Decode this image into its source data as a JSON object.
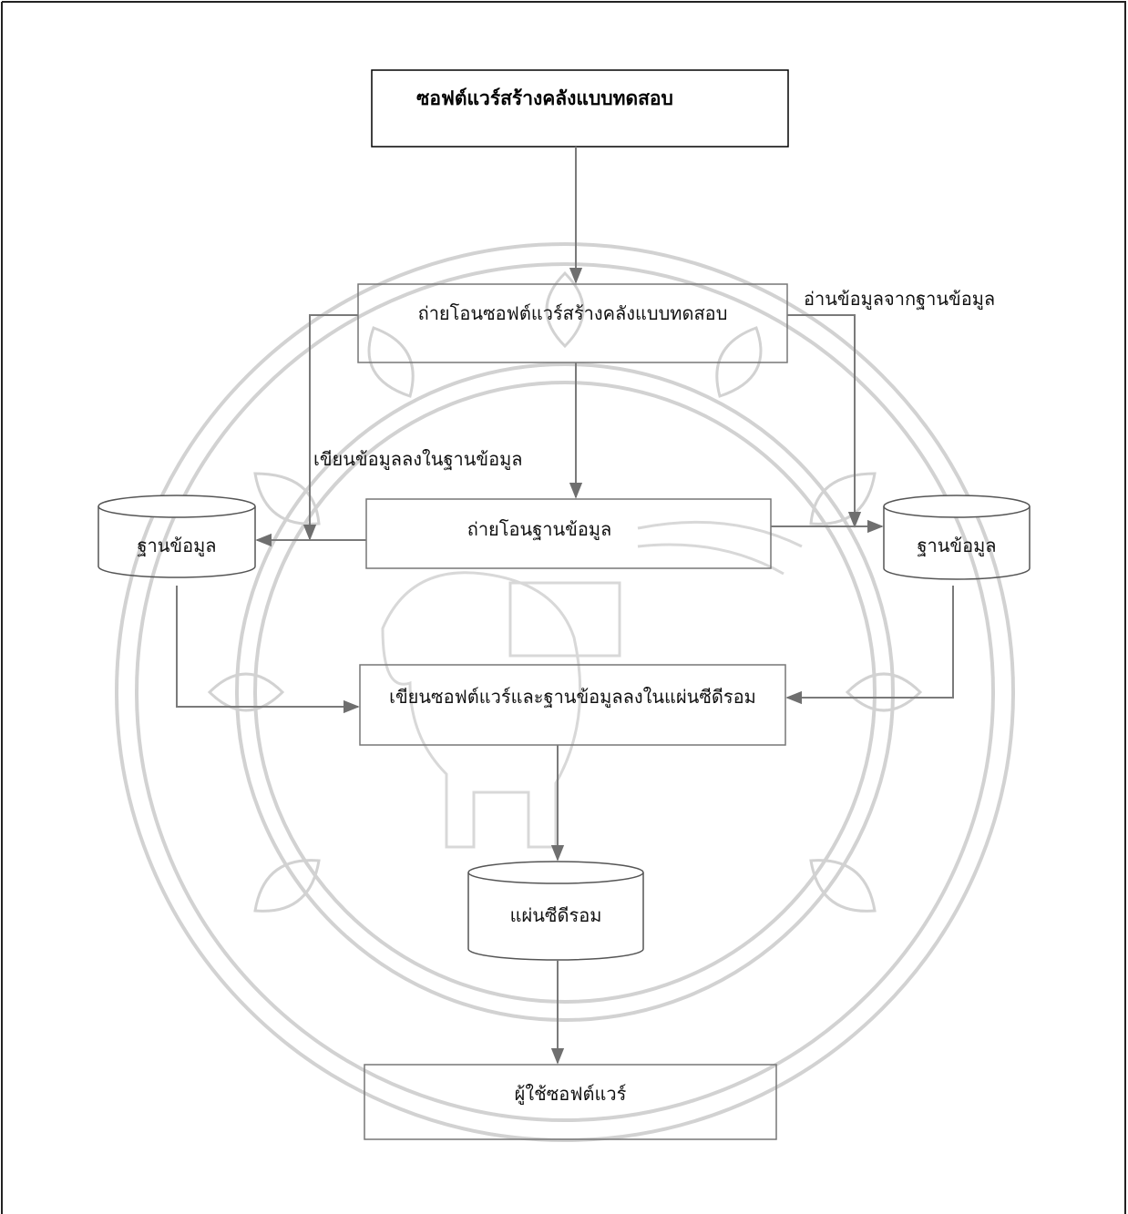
{
  "diagram": {
    "nodes": {
      "builder_software": "ซอฟต์แวร์สร้างคลังแบบทดสอบ",
      "install_software": "ถ่ายโอนซอฟต์แวร์สร้างคลังแบบทดสอบ",
      "install_database": "ถ่ายโอนฐานข้อมูล",
      "database_left": "ฐานข้อมูล",
      "database_right": "ฐานข้อมูล",
      "write_cdrom": "เขียนซอฟต์แวร์และฐานข้อมูลลงในแผ่นซีดีรอม",
      "cdrom": "แผ่นซีดีรอม",
      "software_user": "ผู้ใช้ซอฟต์แวร์"
    },
    "edge_labels": {
      "read_from_db": "อ่านข้อมูลจากฐานข้อมูล",
      "write_to_db": "เขียนข้อมูลลงในฐานข้อมูล"
    },
    "colors": {
      "ink": "#000000",
      "line": "#7a7a7a",
      "watermark": "#c9c9c9"
    }
  }
}
